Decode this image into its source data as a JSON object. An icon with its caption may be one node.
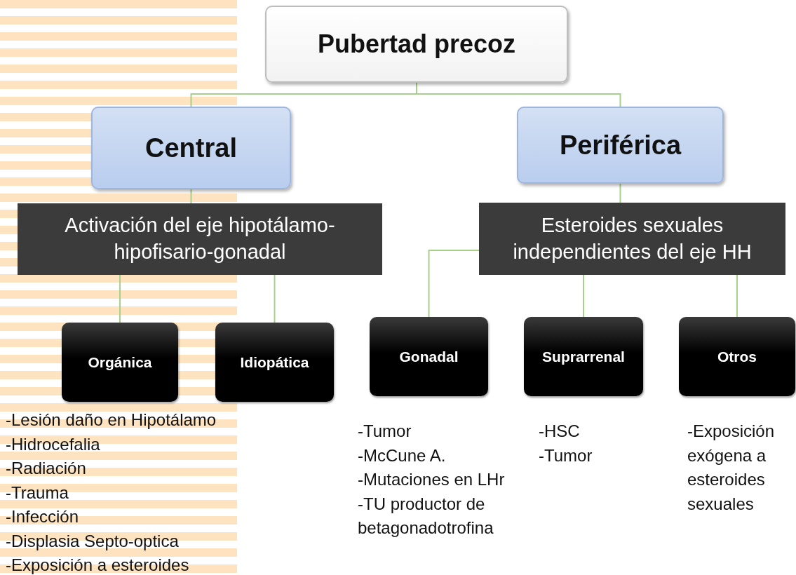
{
  "diagram": {
    "nodes": [
      {
        "text": [
          "Pubertad precoz"
        ]
      },
      {
        "text": [
          "Central"
        ]
      },
      {
        "text": [
          "Periférica"
        ]
      },
      {
        "text": [
          "Activación del eje hipotálamo-hipofisario-gonadal"
        ]
      },
      {
        "text": [
          "Esteroides sexuales independientes del eje HH"
        ]
      },
      {
        "text": [
          "Orgánica"
        ],
        "beside": [
          "-Lesión daño en Hipotálamo",
          "-Hidrocefalia",
          "-Radiación",
          "-Trauma",
          "-Infección",
          "-Displasia Septo-optica",
          "-Exposición a esteroides"
        ]
      },
      {
        "text": [
          "Idiopática"
        ]
      },
      {
        "text": [
          "Gonadal"
        ],
        "beside": [
          "-Tumor",
          "-McCune A.",
          "-Mutaciones en LHr",
          "-TU productor de betagonadotrofina"
        ]
      },
      {
        "text": [
          "Suprarrenal"
        ],
        "beside": [
          "-HSC",
          "-Tumor"
        ]
      },
      {
        "text": [
          "Otros"
        ],
        "beside": [
          "-Exposición exógena a esteroides sexuales"
        ]
      }
    ],
    "edges": [
      {
        "from": 0,
        "to": 1,
        "arrow": "none"
      },
      {
        "from": 0,
        "to": 2,
        "arrow": "none"
      },
      {
        "from": 1,
        "to": 3,
        "arrow": "none"
      },
      {
        "from": 2,
        "to": 4,
        "arrow": "none"
      },
      {
        "from": 3,
        "to": 5,
        "arrow": "none"
      },
      {
        "from": 3,
        "to": 6,
        "arrow": "none"
      },
      {
        "from": 4,
        "to": 7,
        "arrow": "none"
      },
      {
        "from": 4,
        "to": 8,
        "arrow": "none"
      },
      {
        "from": 4,
        "to": 9,
        "arrow": "none"
      }
    ]
  }
}
